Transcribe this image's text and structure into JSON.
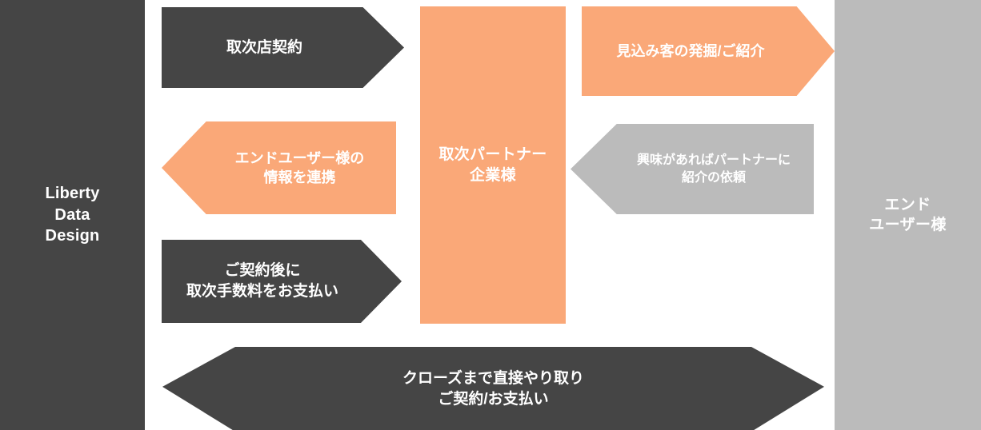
{
  "diagram": {
    "title": "Liberty Data Design partner referral flow",
    "colors": {
      "dark": "#454545",
      "orange": "#FAA878",
      "gray": "#BBBBBB",
      "text_light": "#FFFFFF",
      "background": "#FFFFFF"
    },
    "actors": {
      "left": {
        "name": "Liberty Data Design",
        "label": "Liberty\nData\nDesign",
        "color": "#454545"
      },
      "center": {
        "name": "取次パートナー企業様",
        "label": "取次パートナー\n企業様",
        "color": "#FAA878"
      },
      "right": {
        "name": "エンドユーザー様",
        "label": "エンド\nユーザー様",
        "color": "#BBBBBB"
      }
    },
    "flows": [
      {
        "id": "contract",
        "label": "取次店契約",
        "direction": "right",
        "color": "#454545",
        "from": "Liberty Data Design",
        "to": "取次パートナー企業様"
      },
      {
        "id": "lead",
        "label": "見込み客の発掘/ご紹介",
        "direction": "right",
        "color": "#FAA878",
        "from": "取次パートナー企業様",
        "to": "エンドユーザー様"
      },
      {
        "id": "user-info",
        "label": "エンドユーザー様の\n情報を連携",
        "direction": "left",
        "color": "#FAA878",
        "from": "取次パートナー企業様",
        "to": "Liberty Data Design"
      },
      {
        "id": "referral",
        "label": "興味があればパートナーに\n紹介の依頼",
        "direction": "left",
        "color": "#BBBBBB",
        "from": "エンドユーザー様",
        "to": "取次パートナー企業様"
      },
      {
        "id": "fee",
        "label": "ご契約後に\n取次手数料をお支払い",
        "direction": "right",
        "color": "#454545",
        "from": "Liberty Data Design",
        "to": "取次パートナー企業様"
      },
      {
        "id": "direct",
        "label": "クローズまで直接やり取り\nご契約/お支払い",
        "direction": "both",
        "color": "#454545",
        "from": "Liberty Data Design",
        "to": "エンドユーザー様"
      }
    ]
  }
}
